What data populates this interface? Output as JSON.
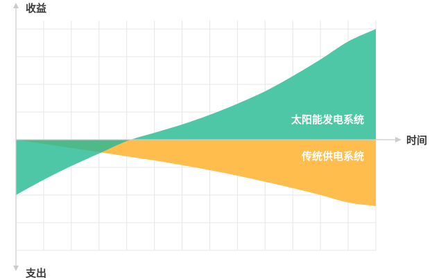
{
  "chart_data": {
    "type": "area",
    "title": "",
    "xlabel": "时间",
    "ylabel_positive": "收益",
    "ylabel_negative": "支出",
    "x": [
      0,
      1,
      2,
      3,
      4,
      5,
      6,
      7,
      8,
      9,
      10,
      11,
      12,
      13
    ],
    "ylim": [
      -4,
      4
    ],
    "grid": true,
    "series": [
      {
        "name": "太阳能发电系统",
        "color": "#4dc7a5",
        "values": [
          -2.0,
          -1.45,
          -0.95,
          -0.5,
          -0.05,
          0.25,
          0.55,
          0.9,
          1.3,
          1.75,
          2.3,
          2.9,
          3.55,
          4.0
        ]
      },
      {
        "name": "传统供电系统",
        "color": "#ffbd4d",
        "values": [
          0.0,
          -0.15,
          -0.3,
          -0.45,
          -0.6,
          -0.75,
          -0.92,
          -1.1,
          -1.3,
          -1.52,
          -1.75,
          -2.0,
          -2.27,
          -2.4
        ]
      }
    ],
    "overlap_color": "#4fb98a"
  }
}
